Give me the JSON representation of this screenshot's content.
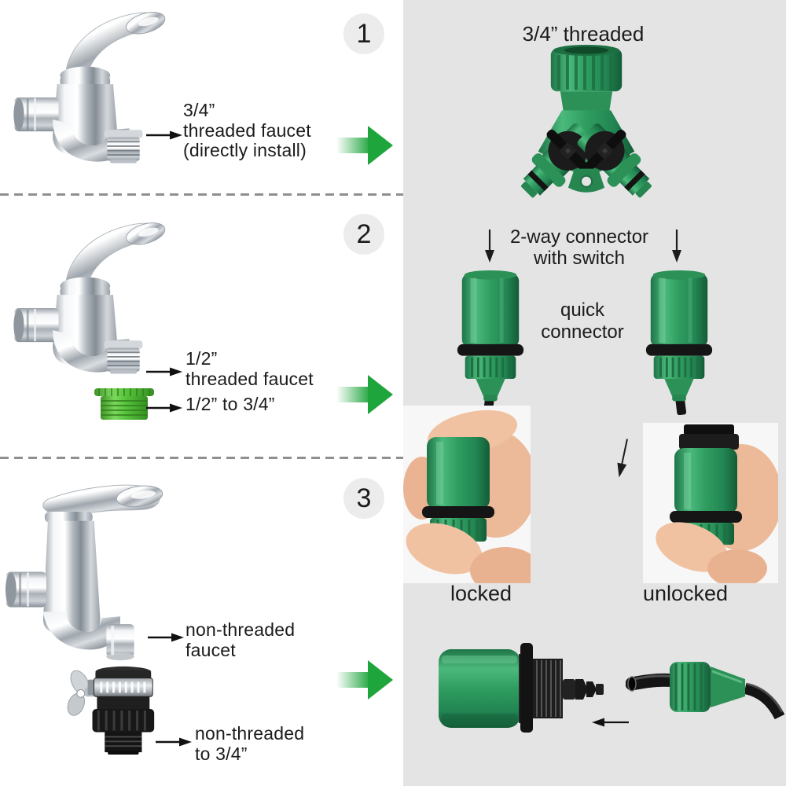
{
  "colors": {
    "panel_bg": "#e4e4e5",
    "arrow_green": "#1ea53c",
    "connector_green": "#2f9d5f",
    "adapter_green": "#55c13a",
    "step_circle_bg": "#ececec",
    "divider_gray": "#8f8f8f",
    "text": "#1b1b1b"
  },
  "steps": {
    "step1": {
      "number": "1",
      "line1": "3/4”",
      "line2": "threaded faucet",
      "line3": "(directly install)"
    },
    "step2": {
      "number": "2",
      "label1_line1": "1/2”",
      "label1_line2": "threaded faucet",
      "label2": "1/2” to 3/4”"
    },
    "step3": {
      "number": "3",
      "label1_line1": "non-threaded",
      "label1_line2": "faucet",
      "label2_line1": "non-threaded",
      "label2_line2": "to 3/4”"
    }
  },
  "panel": {
    "title": "3/4” threaded",
    "caption_line1": "2-way connector",
    "caption_line2": "with switch",
    "quick_line1": "quick",
    "quick_line2": "connector",
    "locked": "locked",
    "unlocked": "unlocked"
  }
}
